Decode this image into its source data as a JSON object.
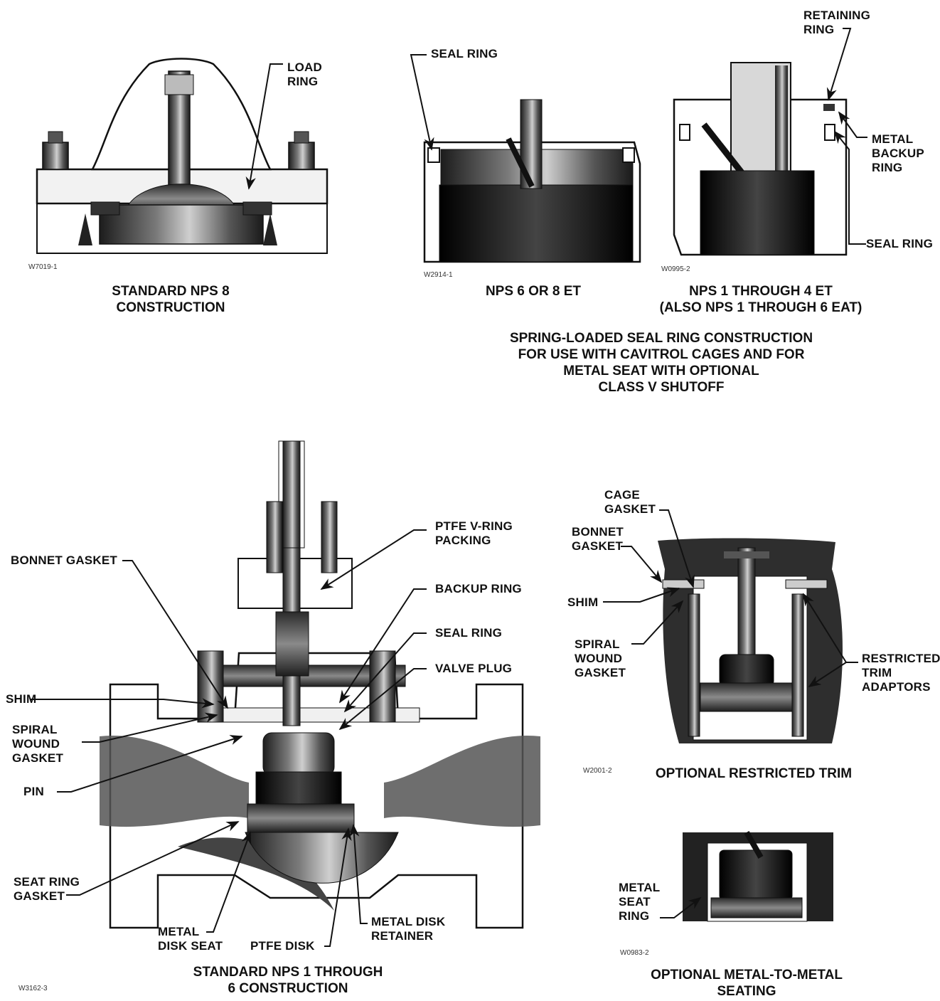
{
  "figures": {
    "std_nps8": {
      "code": "W7019-1",
      "caption": "STANDARD NPS 8\nCONSTRUCTION",
      "labels": {
        "load_ring": "LOAD\nRING"
      }
    },
    "nps6_8_et": {
      "code": "W2914-1",
      "caption": "NPS 6 OR 8 ET",
      "labels": {
        "seal_ring": "SEAL RING"
      }
    },
    "nps1_4_et": {
      "code": "W0995-2",
      "caption": "NPS 1 THROUGH 4 ET\n(ALSO NPS 1 THROUGH 6 EAT)",
      "labels": {
        "retaining_ring": "RETAINING\nRING",
        "metal_backup_ring": "METAL\nBACKUP\nRING",
        "seal_ring": "SEAL RING"
      }
    },
    "spring_loaded_caption": "SPRING-LOADED SEAL RING CONSTRUCTION\nFOR USE WITH CAVITROL CAGES AND FOR\nMETAL SEAT WITH OPTIONAL\nCLASS V SHUTOFF",
    "std_nps1_6": {
      "code": "W3162-3",
      "caption": "STANDARD NPS 1 THROUGH\n6 CONSTRUCTION",
      "labels": {
        "bonnet_gasket": "BONNET GASKET",
        "shim": "SHIM",
        "spiral_wound_gasket": "SPIRAL\nWOUND\nGASKET",
        "pin": "PIN",
        "seat_ring_gasket": "SEAT RING\nGASKET",
        "metal_disk_seat": "METAL\nDISK SEAT",
        "ptfe_disk": "PTFE DISK",
        "metal_disk_retainer": "METAL DISK\nRETAINER",
        "ptfe_vring_packing": "PTFE V-RING\nPACKING",
        "backup_ring": "BACKUP RING",
        "seal_ring": "SEAL RING",
        "valve_plug": "VALVE PLUG"
      }
    },
    "restricted_trim": {
      "code": "W2001-2",
      "caption": "OPTIONAL RESTRICTED TRIM",
      "labels": {
        "cage_gasket": "CAGE\nGASKET",
        "bonnet_gasket": "BONNET\nGASKET",
        "shim": "SHIM",
        "spiral_wound_gasket": "SPIRAL\nWOUND\nGASKET",
        "restricted_trim_adaptors": "RESTRICTED\nTRIM\nADAPTORS"
      }
    },
    "metal_to_metal": {
      "code": "W0983-2",
      "caption": "OPTIONAL METAL-TO-METAL\nSEATING",
      "labels": {
        "metal_seat_ring": "METAL\nSEAT\nRING"
      }
    }
  }
}
